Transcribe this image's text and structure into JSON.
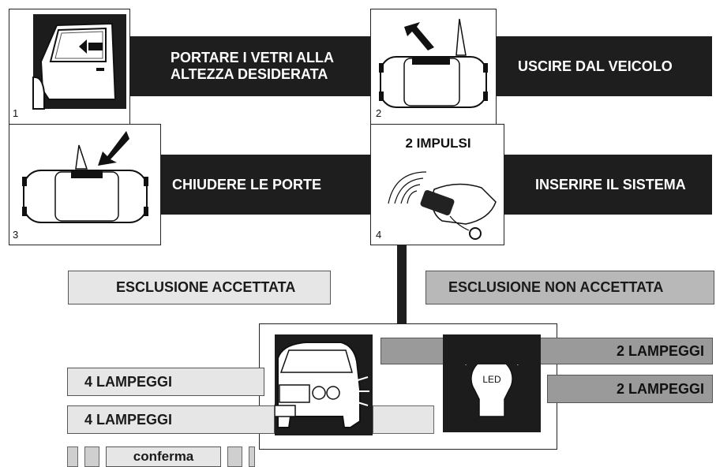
{
  "steps": [
    {
      "number": "1",
      "label": "PORTARE I VETRI ALLA",
      "label2": "ALTEZZA DESIDERATA",
      "icon": "car-door-window-icon"
    },
    {
      "number": "2",
      "label": "USCIRE DAL VEICOLO",
      "icon": "car-exit-icon"
    },
    {
      "number": "3",
      "label": "CHIUDERE LE PORTE",
      "icon": "car-close-doors-icon"
    },
    {
      "number": "4",
      "caption": "2 IMPULSI",
      "label": "INSERIRE IL SISTEMA",
      "icon": "remote-control-icon"
    }
  ],
  "outcomes": {
    "accepted": "ESCLUSIONE ACCETTATA",
    "not_accepted": "ESCLUSIONE NON ACCETTATA"
  },
  "signals": {
    "accepted_flash_1": "4 LAMPEGGI",
    "accepted_flash_2": "4 LAMPEGGI",
    "not_accepted_flash_1": "2 LAMPEGGI",
    "not_accepted_flash_2": "2 LAMPEGGI",
    "confirm": "conferma",
    "led_label": "LED"
  },
  "colors": {
    "band": "#1e1e1e",
    "light_box": "#e6e6e6",
    "mid_box": "#b8b8b8"
  }
}
